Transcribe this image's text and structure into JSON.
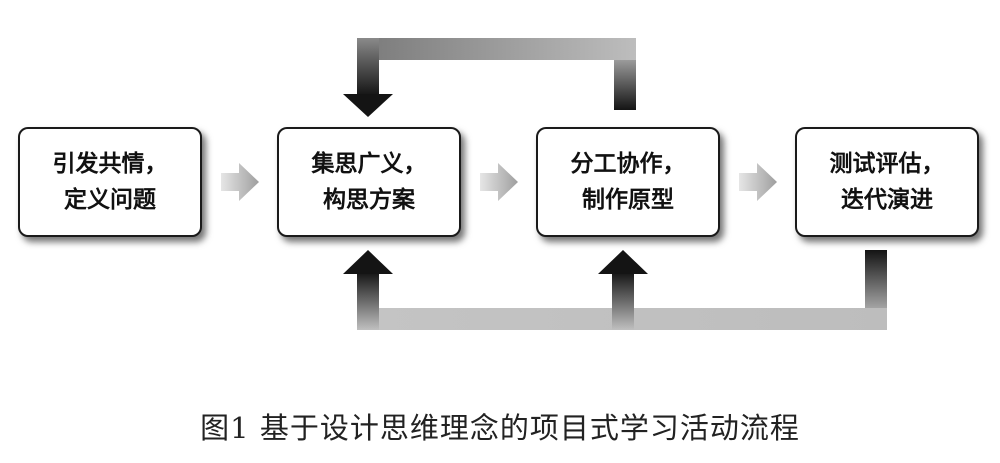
{
  "steps": [
    {
      "line1": "引发共情，",
      "line2": "定义问题"
    },
    {
      "line1": "集思广义，",
      "line2": "构思方案"
    },
    {
      "line1": "分工协作，",
      "line2": "制作原型"
    },
    {
      "line1": "测试评估，",
      "line2": "迭代演进"
    }
  ],
  "caption": "图1  基于设计思维理念的项目式学习活动流程",
  "colors": {
    "box_border": "#1a1a1a",
    "arrow_light": "#d4d4d4",
    "arrow_dark": "#151515"
  }
}
